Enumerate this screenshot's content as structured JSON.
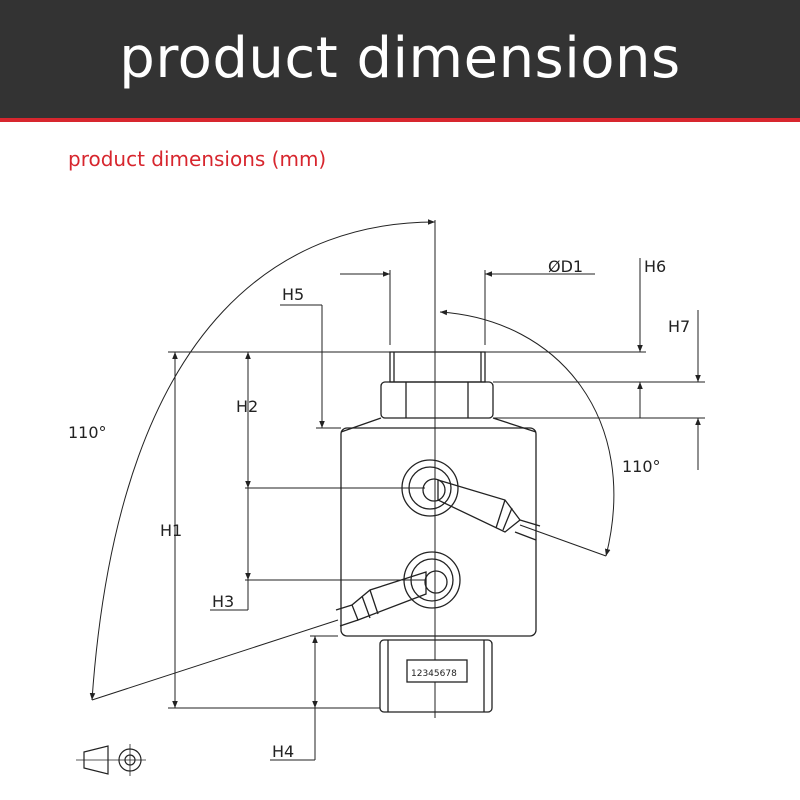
{
  "header": {
    "title": "product dimensions"
  },
  "section": {
    "subtitle": "product dimensions (mm)"
  },
  "colors": {
    "header_bg": "#333333",
    "accent": "#d7262e"
  },
  "drawing": {
    "labels": {
      "d1": "ØD1",
      "h1": "H1",
      "h2": "H2",
      "h3": "H3",
      "h4": "H4",
      "h5": "H5",
      "h6": "H6",
      "h7": "H7",
      "angle_left": "110°",
      "angle_right": "110°",
      "serial": "12345678"
    },
    "projection_symbol": "first-angle-projection-icon"
  }
}
